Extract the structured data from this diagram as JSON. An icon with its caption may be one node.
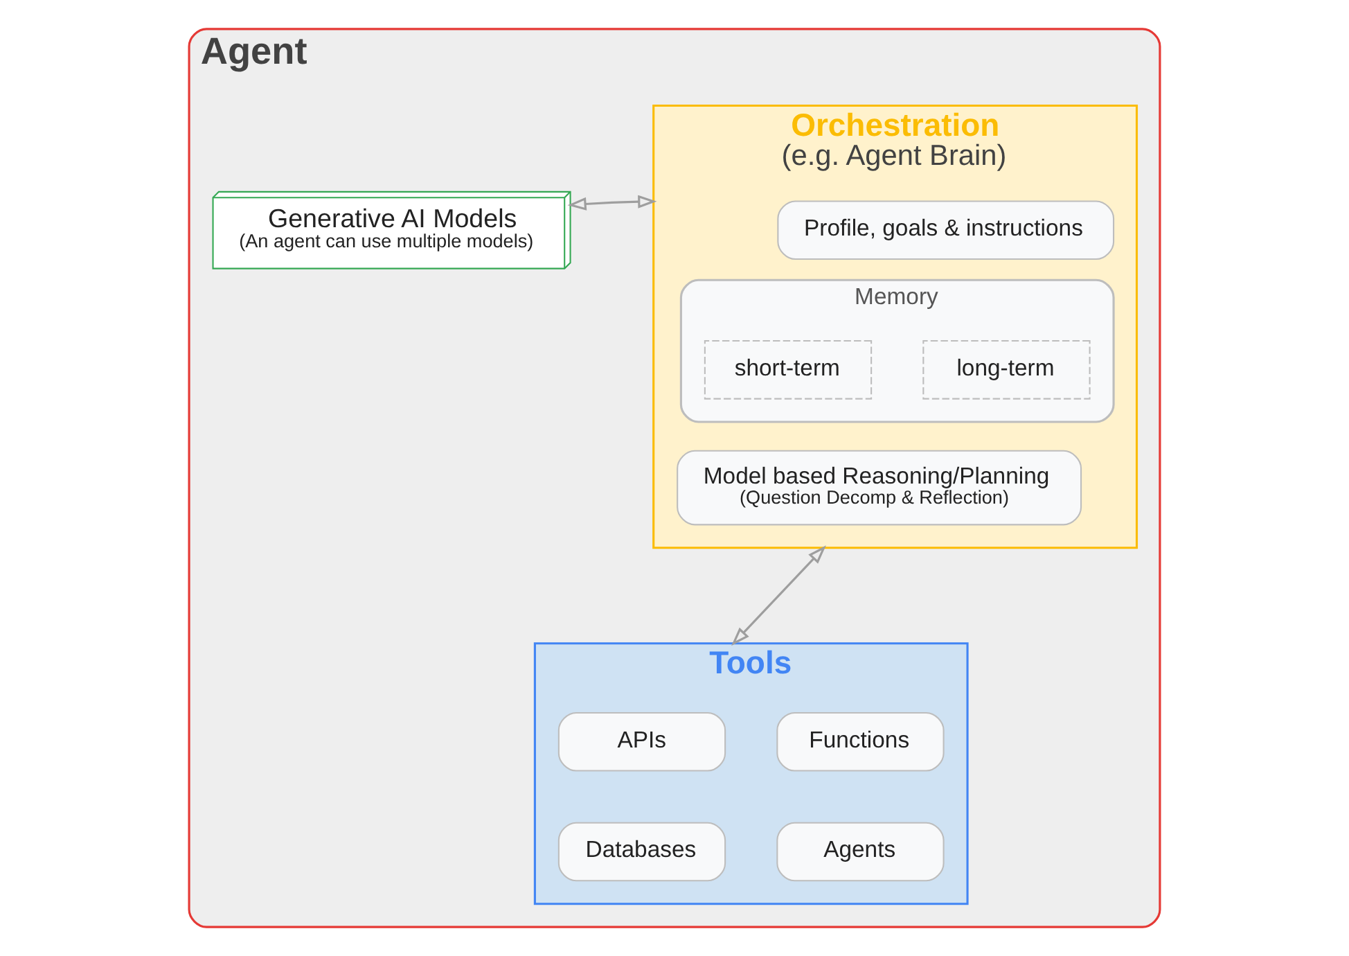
{
  "diagram": {
    "nodes": [
      {
        "text": [
          "Agent"
        ]
      },
      {
        "text": [
          "Orchestration",
          "(e.g. Agent Brain)"
        ],
        "in": 0
      },
      {
        "text": [
          "Profile, goals & instructions"
        ],
        "in": 1
      },
      {
        "text": [
          "Memory"
        ],
        "in": 1
      },
      {
        "text": [
          "short-term"
        ],
        "in": 3
      },
      {
        "text": [
          "long-term"
        ],
        "in": 3
      },
      {
        "text": [
          "Model based Reasoning/Planning",
          "(Question Decomp & Reflection)"
        ],
        "in": 1
      },
      {
        "text": [
          "Generative AI Models",
          "(An agent can use multiple models)"
        ],
        "in": 0
      },
      {
        "text": [
          "Tools"
        ],
        "in": 0
      },
      {
        "text": [
          "APIs"
        ],
        "in": 8
      },
      {
        "text": [
          "Functions"
        ],
        "in": 8
      },
      {
        "text": [
          "Databases"
        ],
        "in": 8
      },
      {
        "text": [
          "Agents"
        ],
        "in": 8
      }
    ],
    "edges": [
      {
        "from": 1,
        "to": 7,
        "arrow": "both"
      },
      {
        "from": 1,
        "to": 8,
        "arrow": "both"
      }
    ]
  }
}
